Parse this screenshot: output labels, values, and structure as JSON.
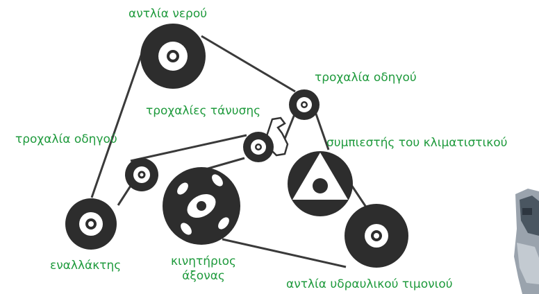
{
  "labels": {
    "water_pump": "αντλία νερού",
    "idler_pulley_right": "τροχαλία οδηγού",
    "tensioner_pulleys": "τροχαλίες τάνυσης",
    "idler_pulley_left": "τροχαλία οδηγού",
    "ac_compressor": "συμπιεστής του κλιματιστικού",
    "alternator": "εναλλάκτης",
    "crankshaft_line1": "κινητήριος",
    "crankshaft_line2": "άξονας",
    "power_steering_pump": "αντλία υδραυλικού τιμονιού"
  },
  "colors": {
    "label": "#1e9a3c",
    "pulley": "#2d2d2d",
    "belt": "#3a3a3a",
    "hub": "#ffffff"
  }
}
